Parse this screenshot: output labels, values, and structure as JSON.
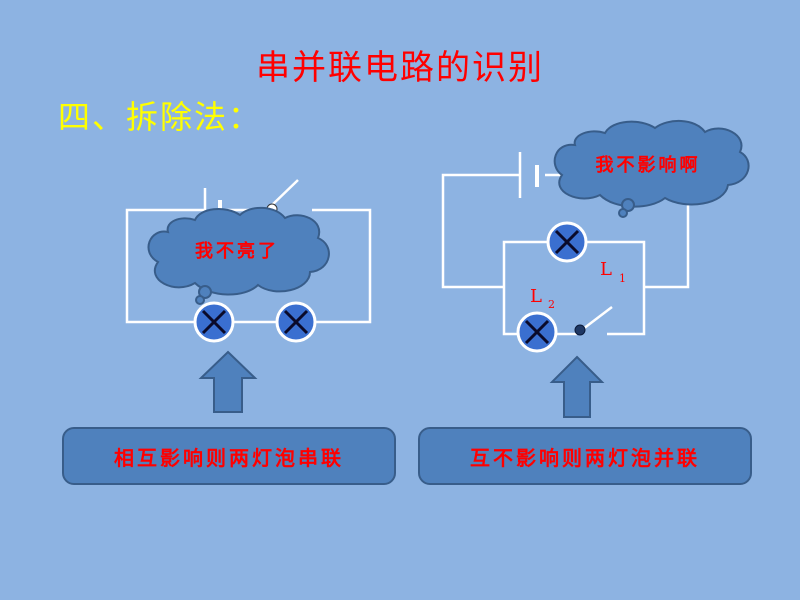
{
  "slide": {
    "title": "串并联电路的识别",
    "subtitle": "四、拆除法："
  },
  "left_diagram": {
    "cloud_text": "我不亮了",
    "box_text": "相互影响则两灯泡串联"
  },
  "right_diagram": {
    "cloud_text": "我不影响啊",
    "label_l1": "L",
    "label_l1_sub": "1",
    "label_l2": "L",
    "label_l2_sub": "2",
    "box_text": "互不影响则两灯泡并联"
  },
  "colors": {
    "background": "#8db3e2",
    "accent_red": "#ff0000",
    "subtitle_yellow": "#ffff00",
    "shape_blue": "#4f81bd"
  },
  "icons": [
    "lamp-icon",
    "battery-icon",
    "switch-icon",
    "cloud-callout",
    "up-arrow-icon"
  ]
}
